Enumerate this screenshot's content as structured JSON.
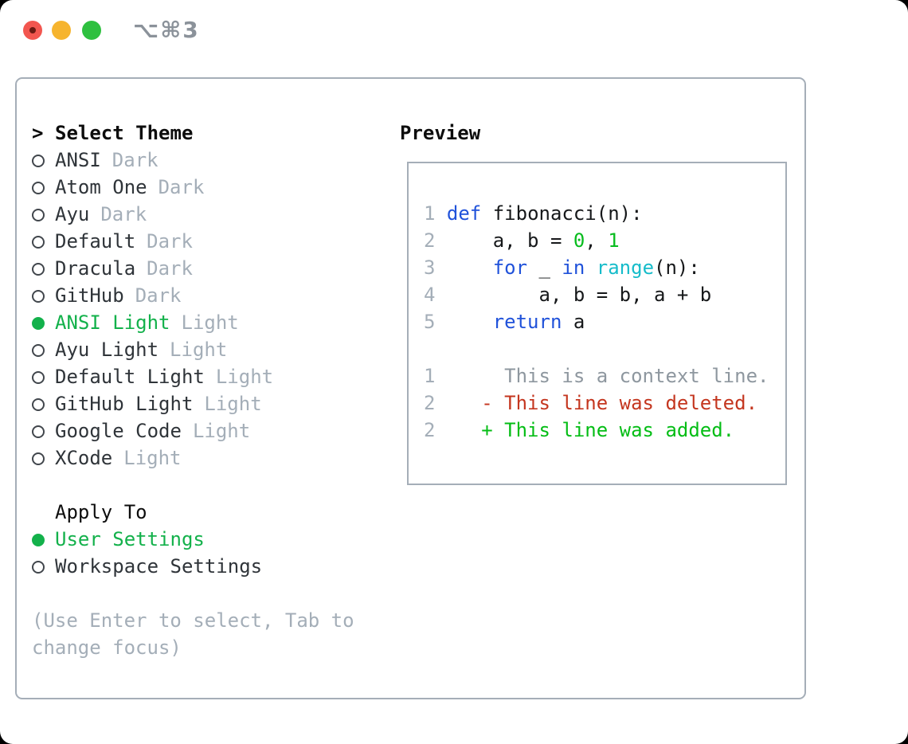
{
  "window": {
    "shortcut": "⌥⌘3",
    "traffic_lights": [
      "close",
      "minimize",
      "zoom"
    ]
  },
  "theme_selector": {
    "header": "Select Theme",
    "header_marker": ">",
    "items": [
      {
        "name": "ANSI",
        "variant": "Dark",
        "selected": false
      },
      {
        "name": "Atom One",
        "variant": "Dark",
        "selected": false
      },
      {
        "name": "Ayu",
        "variant": "Dark",
        "selected": false
      },
      {
        "name": "Default",
        "variant": "Dark",
        "selected": false
      },
      {
        "name": "Dracula",
        "variant": "Dark",
        "selected": false
      },
      {
        "name": "GitHub",
        "variant": "Dark",
        "selected": false
      },
      {
        "name": "ANSI Light",
        "variant": "Light",
        "selected": true
      },
      {
        "name": "Ayu Light",
        "variant": "Light",
        "selected": false
      },
      {
        "name": "Default Light",
        "variant": "Light",
        "selected": false
      },
      {
        "name": "GitHub Light",
        "variant": "Light",
        "selected": false
      },
      {
        "name": "Google Code",
        "variant": "Light",
        "selected": false
      },
      {
        "name": "XCode",
        "variant": "Light",
        "selected": false
      }
    ]
  },
  "apply_to": {
    "header": "Apply To",
    "options": [
      {
        "label": "User Settings",
        "selected": true
      },
      {
        "label": "Workspace Settings",
        "selected": false
      }
    ]
  },
  "help_text": [
    "(Use Enter to select, Tab to",
    "change focus)"
  ],
  "preview": {
    "header": "Preview",
    "lines": [
      {
        "num": "1",
        "tokens": [
          {
            "t": " ",
            "c": "plain"
          },
          {
            "t": "def",
            "c": "kw"
          },
          {
            "t": " fibonacci(n):",
            "c": "plain"
          }
        ]
      },
      {
        "num": "2",
        "tokens": [
          {
            "t": "     a, b = ",
            "c": "plain"
          },
          {
            "t": "0",
            "c": "num"
          },
          {
            "t": ", ",
            "c": "plain"
          },
          {
            "t": "1",
            "c": "num"
          }
        ]
      },
      {
        "num": "3",
        "tokens": [
          {
            "t": "     ",
            "c": "plain"
          },
          {
            "t": "for",
            "c": "kw"
          },
          {
            "t": " _ ",
            "c": "plain"
          },
          {
            "t": "in",
            "c": "kw"
          },
          {
            "t": " ",
            "c": "plain"
          },
          {
            "t": "range",
            "c": "fn"
          },
          {
            "t": "(n):",
            "c": "plain"
          }
        ]
      },
      {
        "num": "4",
        "tokens": [
          {
            "t": "         a, b = b, a + b",
            "c": "plain"
          }
        ]
      },
      {
        "num": "5",
        "tokens": [
          {
            "t": "     ",
            "c": "plain"
          },
          {
            "t": "return",
            "c": "kw"
          },
          {
            "t": " a",
            "c": "plain"
          }
        ]
      },
      {
        "num": "",
        "tokens": []
      },
      {
        "num": "1",
        "tokens": [
          {
            "t": "      This is a context line.",
            "c": "ctx"
          }
        ]
      },
      {
        "num": "2",
        "tokens": [
          {
            "t": "    ",
            "c": "plain"
          },
          {
            "t": "- This line was deleted.",
            "c": "del"
          }
        ]
      },
      {
        "num": "2",
        "tokens": [
          {
            "t": "    ",
            "c": "plain"
          },
          {
            "t": "+ This line was added.",
            "c": "add"
          }
        ]
      }
    ]
  },
  "colors": {
    "tl-red": "#f2564f",
    "tl-red-dot": "#6b1a12",
    "tl-yellow": "#f6b42e",
    "tl-green": "#2ec03f",
    "border": "#a5aeb8",
    "black": "#0d0d0d",
    "item": "#2f3439",
    "code": "#16181a",
    "muted": "#a4aeb8",
    "muted-dark": "#8b929a",
    "circle": "#41464c",
    "ln": "#a4aeb8",
    "ctx": "#8e979f",
    "green-sel": "#13b14b",
    "green-add": "#04bd15",
    "green-num": "#08bc1e",
    "red-del": "#c4361f",
    "blue-kw": "#2052da",
    "cyan-fn": "#16bcca"
  }
}
